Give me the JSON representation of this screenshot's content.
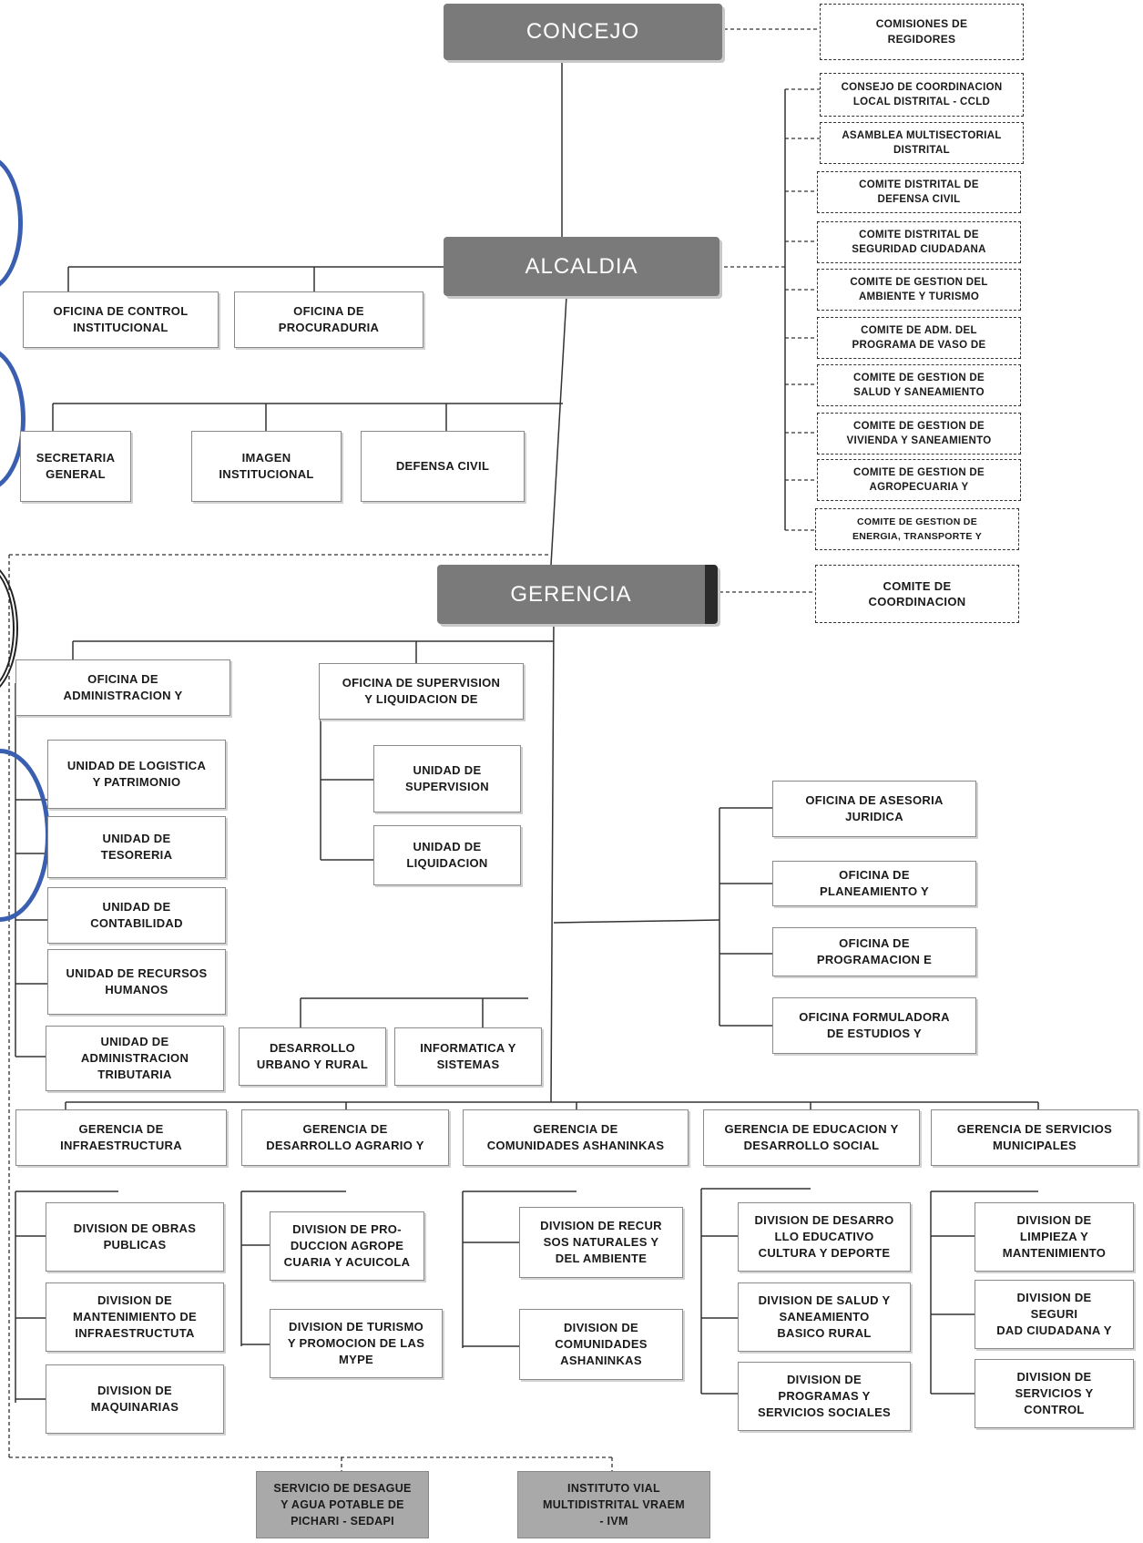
{
  "main_nodes": {
    "concejo": "CONCEJO",
    "alcaldia": "ALCALDIA",
    "gerencia": "GERENCIA"
  },
  "comisiones": "COMISIONES DE\nREGIDORES",
  "comites": [
    "CONSEJO DE COORDINACION\nLOCAL DISTRITAL - CCLD",
    "ASAMBLEA MULTISECTORIAL\nDISTRITAL",
    "COMITE DISTRITAL DE\nDEFENSA CIVIL",
    "COMITE DISTRITAL DE\nSEGURIDAD CIUDADANA",
    "COMITE DE GESTION DEL\nAMBIENTE Y TURISMO",
    "COMITE DE ADM. DEL\nPROGRAMA DE VASO DE",
    "COMITE DE GESTION DE\nSALUD Y SANEAMIENTO",
    "COMITE DE GESTION DE\nVIVIENDA Y SANEAMIENTO",
    "COMITE DE GESTION DE\nAGROPECUARIA Y",
    "COMITE DE GESTION DE\nENERGIA, TRANSPORTE Y"
  ],
  "comite_coordinacion": "COMITE DE\nCOORDINACION",
  "alcaldia_units": {
    "control": "OFICINA DE CONTROL\nINSTITUCIONAL",
    "procuraduria": "OFICINA DE\nPROCURADURIA",
    "secretaria": "SECRETARIA\nGENERAL",
    "imagen": "IMAGEN\nINSTITUCIONAL",
    "defensa": "DEFENSA CIVIL"
  },
  "administracion": {
    "title": "OFICINA DE\nADMINISTRACION Y",
    "units": [
      "UNIDAD DE LOGISTICA\nY PATRIMONIO",
      "UNIDAD DE\nTESORERIA",
      "UNIDAD DE\nCONTABILIDAD",
      "UNIDAD DE RECURSOS\nHUMANOS",
      "UNIDAD DE\nADMINISTRACION\nTRIBUTARIA"
    ]
  },
  "supervision": {
    "title": "OFICINA DE SUPERVISION\nY LIQUIDACION DE",
    "units": [
      "UNIDAD DE\nSUPERVISION",
      "UNIDAD DE\nLIQUIDACION"
    ]
  },
  "desarrollo_urbano": "DESARROLLO\nURBANO Y RURAL",
  "informatica": "INFORMATICA Y\nSISTEMAS",
  "asesoria": [
    "OFICINA DE ASESORIA\nJURIDICA",
    "OFICINA DE\nPLANEAMIENTO Y",
    "OFICINA DE\nPROGRAMACION E",
    "OFICINA FORMULADORA\nDE ESTUDIOS Y"
  ],
  "gerencias": [
    {
      "title": "GERENCIA DE\nINFRAESTRUCTURA",
      "divisions": [
        "DIVISION DE OBRAS\nPUBLICAS",
        "DIVISION DE\nMANTENIMIENTO DE\nINFRAESTRUCTUTA",
        "DIVISION DE\nMAQUINARIAS"
      ]
    },
    {
      "title": "GERENCIA DE\nDESARROLLO AGRARIO Y",
      "divisions": [
        "DIVISION DE PRO-\nDUCCION AGROPE\nCUARIA Y ACUICOLA",
        "DIVISION DE TURISMO\nY PROMOCION DE LAS\nMYPE"
      ]
    },
    {
      "title": "GERENCIA DE\nCOMUNIDADES ASHANINKAS",
      "divisions": [
        "DIVISION DE RECUR\nSOS NATURALES Y\nDEL AMBIENTE",
        "DIVISION DE\nCOMUNIDADES\nASHANINKAS"
      ]
    },
    {
      "title": "GERENCIA DE EDUCACION Y\nDESARROLLO SOCIAL",
      "divisions": [
        "DIVISION DE DESARRO\nLLO EDUCATIVO\nCULTURA Y DEPORTE",
        "DIVISION DE SALUD Y\nSANEAMIENTO\nBASICO RURAL",
        "DIVISION DE\nPROGRAMAS Y\nSERVICIOS SOCIALES"
      ]
    },
    {
      "title": "GERENCIA DE SERVICIOS\nMUNICIPALES",
      "divisions": [
        "DIVISION DE\nLIMPIEZA Y\nMANTENIMIENTO",
        "DIVISION DE\nSEGURI\nDAD CIUDADANA Y",
        "DIVISION DE\nSERVICIOS Y\nCONTROL"
      ]
    }
  ],
  "organismos": [
    "SERVICIO DE DESAGUE\nY AGUA POTABLE DE\nPICHARI - SEDAPI",
    "INSTITUTO VIAL\nMULTIDISTRITAL VRAEM\n- IVM"
  ],
  "colors": {
    "main_node": "#7a7a7a",
    "shaded_box": "#a9a9a9",
    "seal_blue": "#3a5fb0",
    "seal_black": "#222222"
  }
}
